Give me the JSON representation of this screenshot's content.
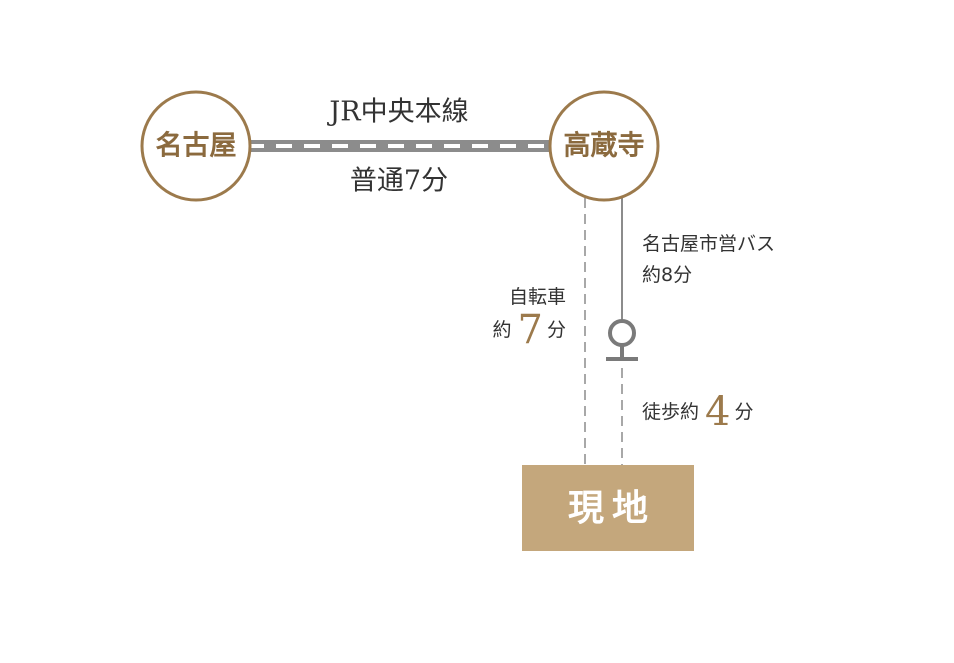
{
  "stations": {
    "origin": "名古屋",
    "transfer": "高蔵寺"
  },
  "rail": {
    "line_name": "JR中央本線",
    "service_time": "普通7分"
  },
  "bike": {
    "title": "自転車",
    "prefix": "約",
    "minutes": "7",
    "unit": "分"
  },
  "bus": {
    "title": "名古屋市営バス",
    "time": "約8分"
  },
  "walk": {
    "prefix": "徒歩約",
    "minutes": "4",
    "unit": "分"
  },
  "destination": {
    "label": "現地"
  },
  "colors": {
    "gold": "#9c7a4c",
    "destination_fill": "#c4a77c",
    "line_gray": "#8c8c8c"
  }
}
